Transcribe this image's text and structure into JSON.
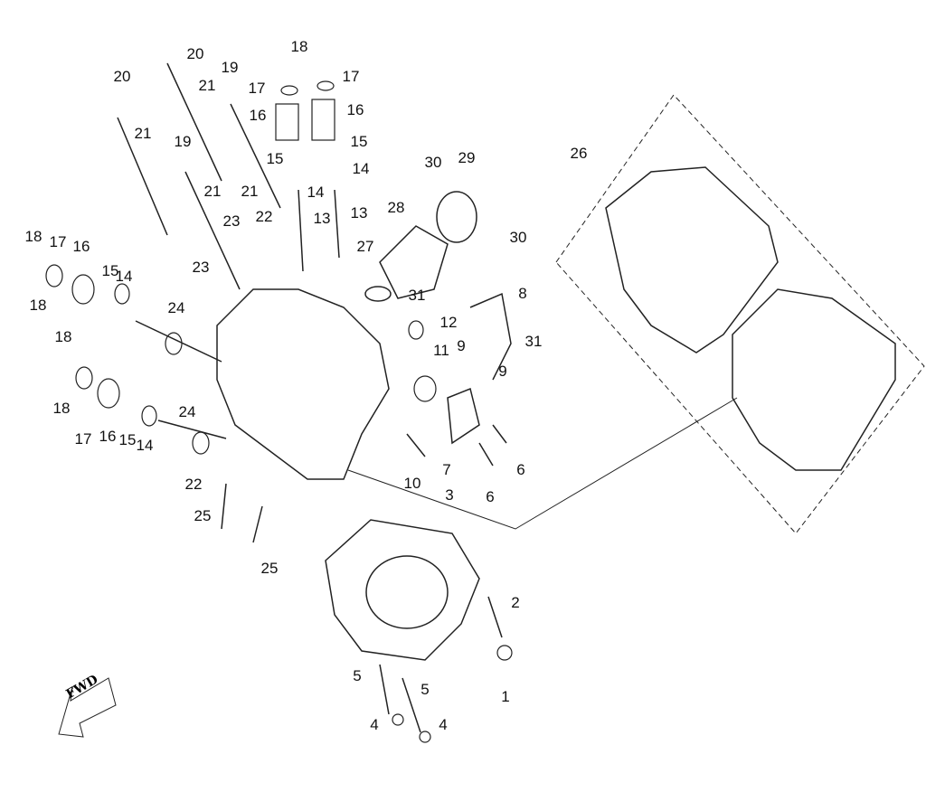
{
  "diagram": {
    "part_labels": [
      "20",
      "21",
      "20",
      "21",
      "19",
      "19",
      "21",
      "21",
      "23",
      "22",
      "23",
      "18",
      "17",
      "17",
      "16",
      "16",
      "15",
      "15",
      "14",
      "14",
      "13",
      "13",
      "30",
      "29",
      "28",
      "30",
      "27",
      "26",
      "8",
      "31",
      "12",
      "9",
      "31",
      "11",
      "9",
      "7",
      "10",
      "6",
      "6",
      "3",
      "2",
      "1",
      "5",
      "5",
      "4",
      "4",
      "18",
      "18",
      "17",
      "16",
      "15",
      "14",
      "24",
      "18",
      "18",
      "17",
      "16",
      "15",
      "14",
      "24",
      "22",
      "25",
      "25"
    ],
    "direction_marker": "FWD",
    "line_color": "#222222"
  }
}
